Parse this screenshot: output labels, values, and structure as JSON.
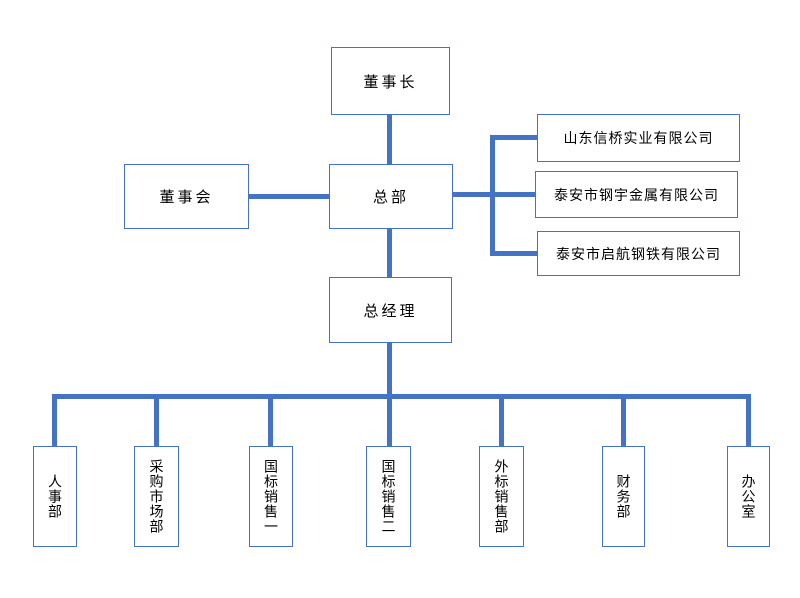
{
  "chart": {
    "type": "org-chart",
    "background_color": "#ffffff",
    "line_color": "#4472C4",
    "box_border_color": "#4472C4",
    "text_color": "#000000"
  },
  "nodes": {
    "chairman": {
      "label": "董事长"
    },
    "board": {
      "label": "董事会"
    },
    "hq": {
      "label": "总部"
    },
    "gm": {
      "label": "总经理"
    },
    "companies": [
      {
        "label": "山东信桥实业有限公司"
      },
      {
        "label": "泰安市钢宇金属有限公司"
      },
      {
        "label": "泰安市启航钢铁有限公司"
      }
    ],
    "departments": [
      {
        "label": "人事部"
      },
      {
        "label": "采购市场部"
      },
      {
        "label": "国标销售一"
      },
      {
        "label": "国标销售二"
      },
      {
        "label": "外标销售部"
      },
      {
        "label": "财务部"
      },
      {
        "label": "办公室"
      }
    ]
  }
}
